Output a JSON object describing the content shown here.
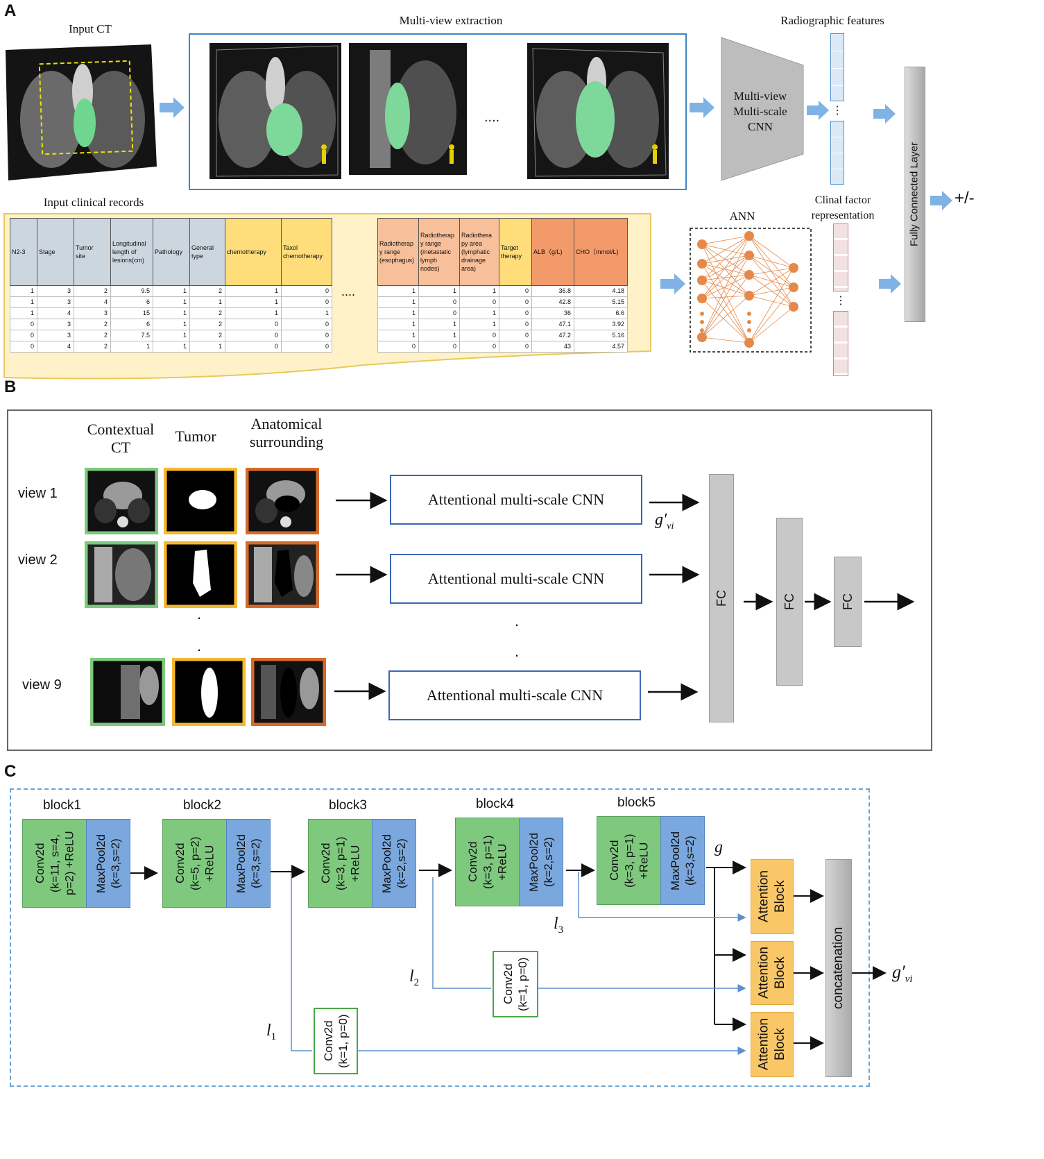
{
  "panels": {
    "a": "A",
    "b": "B",
    "c": "C"
  },
  "panel_a": {
    "input_ct": "Input CT",
    "multiview_title": "Multi-view extraction",
    "ellipsis": "....",
    "cnn_label": "Multi-view\nMulti-scale\nCNN",
    "radiographic_features": "Radiographic features",
    "fully_connected_layer": "Fully Connected Layer",
    "output": "+/-",
    "clinical_title": "Input clinical records",
    "ann_label": "ANN",
    "clinical_factor": "Clinal factor\nrepresentation",
    "vdots": "⋮",
    "table_ellipsis": "....",
    "table1": {
      "headers": [
        "N2-3",
        "Stage",
        "Tumor\nsite",
        "Longitudinal\nlength of\nlesions(cm)",
        "Pathology",
        "General\ntype",
        "chemotherapy",
        "Taxol\nchemotherapy"
      ],
      "rows": [
        [
          "1",
          "3",
          "2",
          "9.5",
          "1",
          "2",
          "1",
          "0"
        ],
        [
          "1",
          "3",
          "4",
          "6",
          "1",
          "1",
          "1",
          "0"
        ],
        [
          "1",
          "4",
          "3",
          "15",
          "1",
          "2",
          "1",
          "1"
        ],
        [
          "0",
          "3",
          "2",
          "6",
          "1",
          "2",
          "0",
          "0"
        ],
        [
          "0",
          "3",
          "2",
          "7.5",
          "1",
          "2",
          "0",
          "0"
        ],
        [
          "0",
          "4",
          "2",
          "1",
          "1",
          "1",
          "0",
          "0"
        ]
      ]
    },
    "table2": {
      "headers": [
        "Radiotherap\ny range\n(esophagus)",
        "Radiotherap\ny range\n(metastatic\nlymph\nnodes)",
        "Radiothera\npy area\n(lymphatic\ndrainage\narea)",
        "Target\ntherapy",
        "ALB（g/L)",
        "CHO（mmol/L)"
      ],
      "rows": [
        [
          "1",
          "1",
          "1",
          "0",
          "36.8",
          "4.18"
        ],
        [
          "1",
          "0",
          "0",
          "0",
          "42.8",
          "5.15"
        ],
        [
          "1",
          "0",
          "1",
          "0",
          "36",
          "6.6"
        ],
        [
          "1",
          "1",
          "1",
          "0",
          "47.1",
          "3.92"
        ],
        [
          "1",
          "1",
          "0",
          "0",
          "47.2",
          "5.16"
        ],
        [
          "0",
          "0",
          "0",
          "0",
          "43",
          "4.57"
        ]
      ]
    }
  },
  "panel_b": {
    "col_contextual": "Contextual\nCT",
    "col_tumor": "Tumor",
    "col_anatomical": "Anatomical\nsurrounding",
    "views": [
      "view 1",
      "view 2",
      "view 9"
    ],
    "cnn_label": "Attentional multi-scale CNN",
    "g_label": "g′",
    "g_sub": "vi",
    "fc": "FC",
    "dot": "."
  },
  "panel_c": {
    "blocks": [
      "block1",
      "block2",
      "block3",
      "block4",
      "block5"
    ],
    "conv": [
      "Conv2d\n(k=11, s=4,\np=2) +ReLU",
      "Conv2d\n(k=5, p=2)\n+ReLU",
      "Conv2d\n(k=3, p=1)\n+ReLU",
      "Conv2d\n(k=3, p=1)\n+ReLU",
      "Conv2d\n(k=3, p=1)\n+ReLU"
    ],
    "pool": [
      "MaxPool2d\n(k=3,s=2)",
      "MaxPool2d\n(k=3,s=2)",
      "MaxPool2d\n(k=2,s=2)",
      "MaxPool2d\n(k=2,s=2)",
      "MaxPool2d\n(k=3,s=2)"
    ],
    "attention": "Attention\nBlock",
    "concatenation": "concatenation",
    "conv1x1": "Conv2d\n(k=1, p=0)",
    "g": "g",
    "l1": "l",
    "l1_sub": "1",
    "l2": "l",
    "l2_sub": "2",
    "l3": "l",
    "l3_sub": "3",
    "out": "g′",
    "out_sub": "vi"
  },
  "colors": {
    "ct_green": "#6fd68f",
    "arrow_blue": "#7fb2e5",
    "frame_blue": "#3a86c8",
    "ann_orange": "#e5894a",
    "border_green": "#7dc97d",
    "border_yellow": "#f5b82e",
    "border_orange": "#d66a2c"
  }
}
